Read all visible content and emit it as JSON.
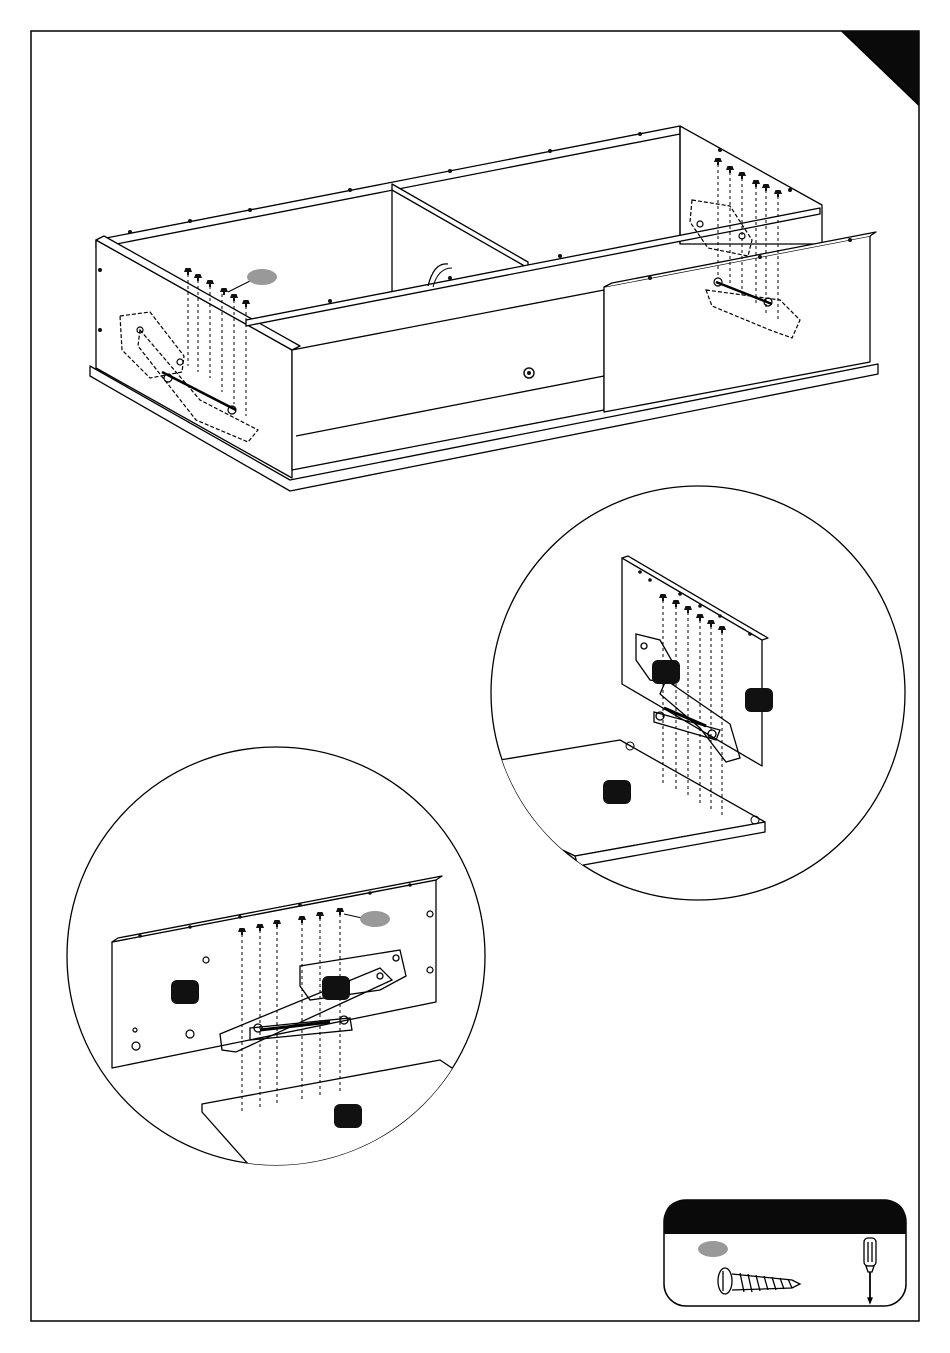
{
  "page": {
    "frame_color": "#000000",
    "paper_color": "#ffffff",
    "callout_gray": "#999999",
    "label_black": "#111111"
  },
  "illustration": {
    "main": "cabinet-assembly-with-lift-hinges",
    "detail_right": "hinge-on-side-panel-detail",
    "detail_left": "hinge-on-front-panel-detail"
  },
  "hardware_box": {
    "icons": [
      "screw-icon",
      "screwdriver-icon"
    ]
  }
}
